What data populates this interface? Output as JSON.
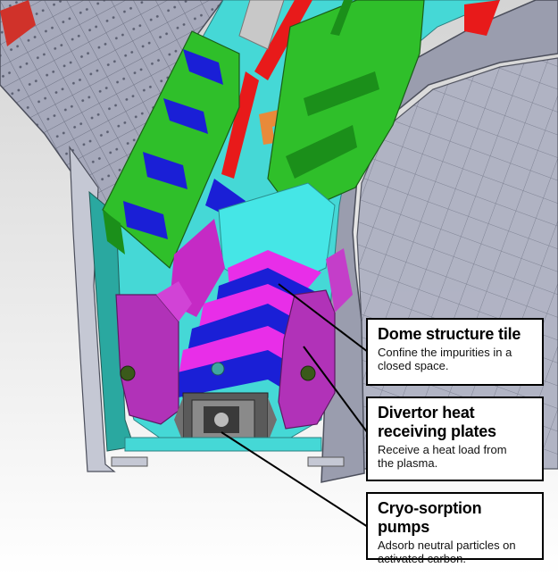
{
  "callouts": [
    {
      "title": "Dome structure tile",
      "desc_lines": [
        "Confine the impurities in a",
        "closed space."
      ]
    },
    {
      "title_lines": [
        "Divertor heat",
        "receiving plates"
      ],
      "desc_lines": [
        "Receive a heat load from",
        "the plasma."
      ]
    },
    {
      "title": "Cryo-sorption pumps",
      "desc_lines": [
        "Adsorb neutral particles on",
        "activated carbon."
      ]
    }
  ],
  "colors": {
    "green": "#2fbf2a",
    "blue": "#1a1fd6",
    "magenta": "#e82ee8",
    "cyan": "#3fe0e0",
    "gray": "#a4a7b8",
    "red": "#e81a1a",
    "orange": "#e88a3a"
  }
}
